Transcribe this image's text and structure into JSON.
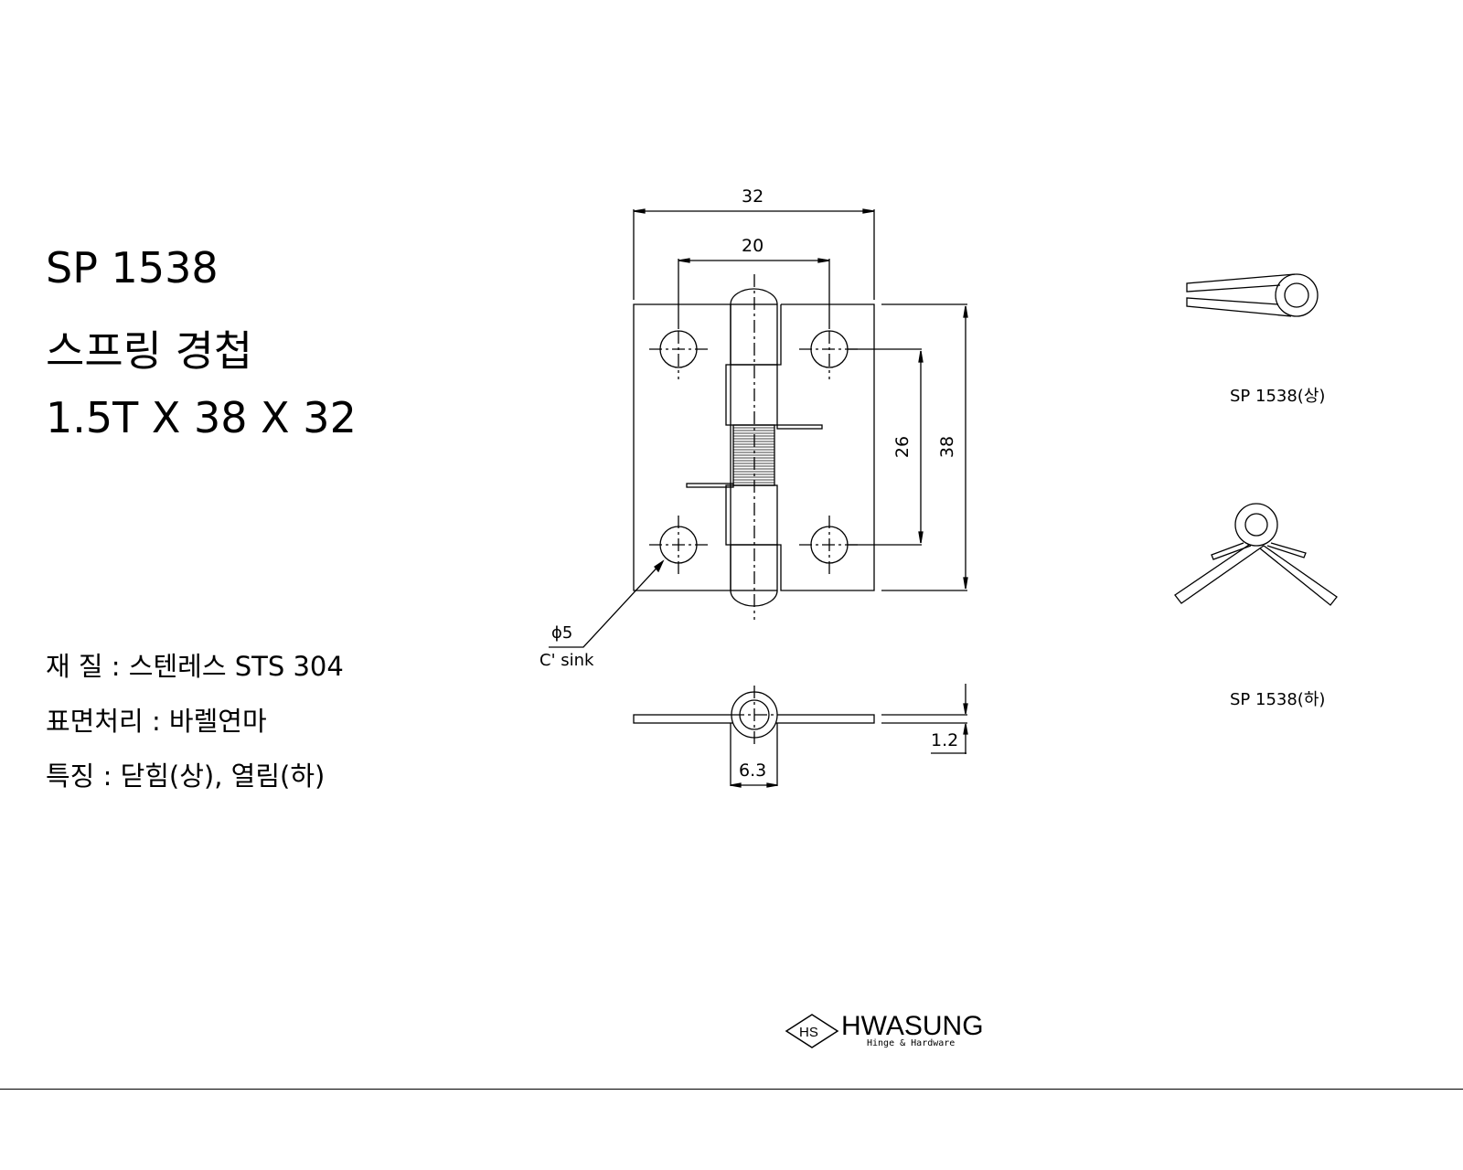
{
  "title": {
    "model": "SP 1538",
    "name": "스프링 경첩",
    "size": "1.5T X 38 X 32"
  },
  "specs": {
    "material": "재 질 : 스텐레스 STS 304",
    "finish": "표면처리 : 바렐연마",
    "feature": "특징 : 닫힘(상), 열림(하)"
  },
  "dimensions": {
    "overall_width": "32",
    "hole_spacing_x": "20",
    "hole_spacing_y": "26",
    "overall_height": "38",
    "hole_dia": "ϕ5",
    "hole_note": "C' sink",
    "knuckle_dia": "6.3",
    "thickness": "1.2"
  },
  "views": {
    "closed_label": "SP 1538(상)",
    "open_label": "SP  1538(하)"
  },
  "logo": {
    "mark": "HS",
    "name": "HWASUNG",
    "tagline": "Hinge & Hardware"
  }
}
